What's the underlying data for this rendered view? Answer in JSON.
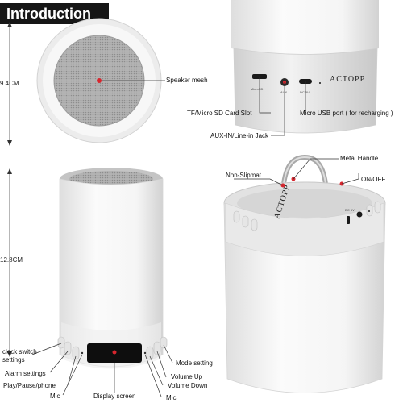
{
  "title": "Introduction",
  "brand": "ACTOPP",
  "dimensions": {
    "diameter": "9.4CM",
    "height": "12.8CM"
  },
  "port_marks": {
    "micro_sd": "MicroSD",
    "aux": "AUX",
    "dc": "DC 5V",
    "dc_small": "DC 5V"
  },
  "labels": {
    "speaker_mesh": "Speaker mesh",
    "tf_slot": "TF/Micro SD Card Slot",
    "aux_in": "AUX-IN/Line-in Jack",
    "micro_usb": "Micro USB port ( for recharging )",
    "metal_handle": "Metal Handle",
    "non_slipmat": "Non-Slipmat",
    "on_off": "ON/OFF",
    "clock_switch": "clock switch settings",
    "alarm_settings": "Alarm settings",
    "play_pause": "Play/Pause/phone",
    "mic_left": "Mic",
    "display_screen": "Display screen",
    "mic_right": "Mic",
    "volume_down": "Volume Down",
    "volume_up": "Volume Up",
    "mode_setting": "Mode setting"
  }
}
